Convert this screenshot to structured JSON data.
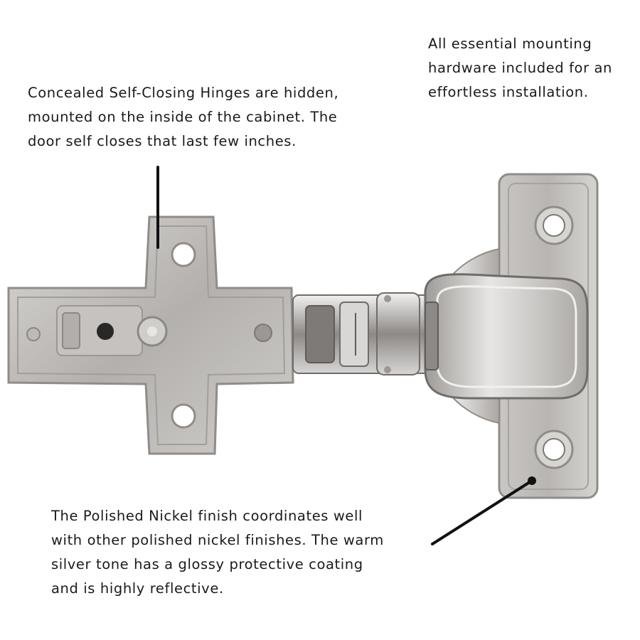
{
  "captions": {
    "concealed": "Concealed Self-Closing Hinges are hidden,\nmounted on the inside of the cabinet. The\ndoor self closes that last few inches.",
    "hardware": "All essential mounting\nhardware included for an\neffortless installation.",
    "finish": "The Polished Nickel finish coordinates well\nwith other polished nickel finishes. The warm\nsilver tone has a glossy protective coating\nand is highly reflective."
  },
  "colors": {
    "background": "#ffffff",
    "text": "#1a1a1a",
    "nickel_dark": "#8f8c89",
    "nickel_mid": "#b9b6b3",
    "nickel_light": "#e6e4e2"
  }
}
